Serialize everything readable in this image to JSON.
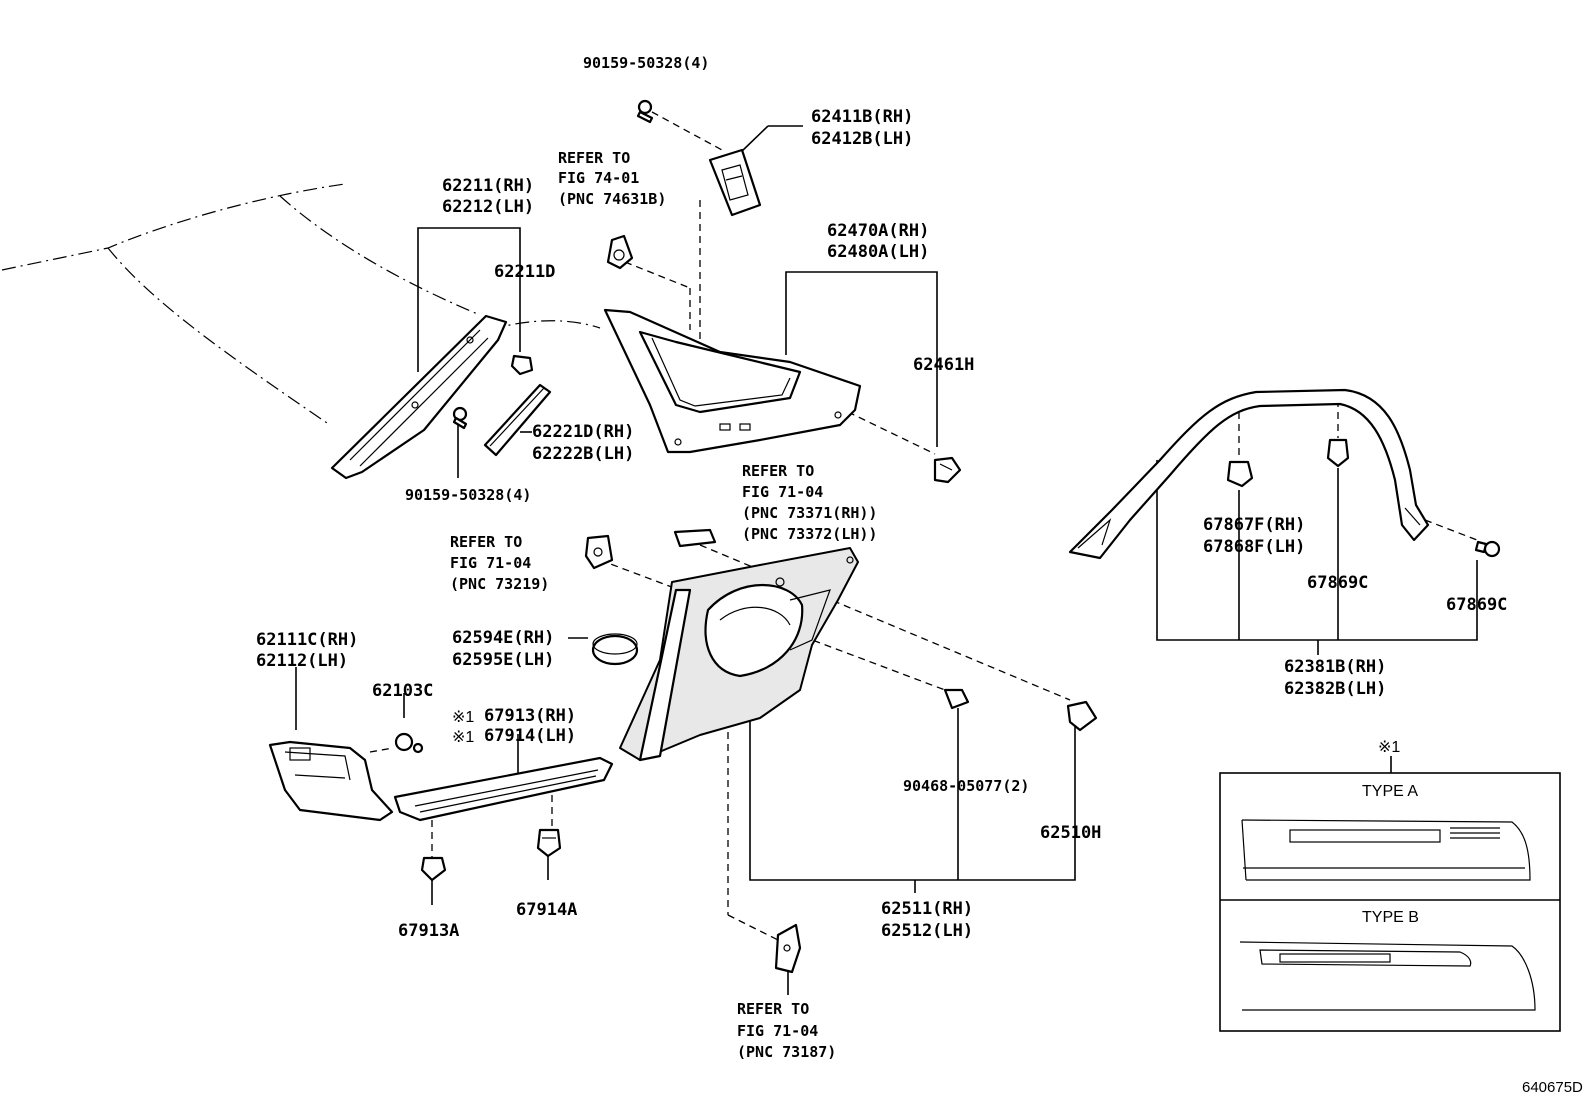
{
  "labels": {
    "screw_top": "90159-50328(4)",
    "p62411b": "62411B(RH)",
    "p62412b": "62412B(LH)",
    "refer_top_1": "REFER TO",
    "refer_top_2": "FIG 74-01",
    "refer_top_3": "(PNC 74631B)",
    "p62211": "62211(RH)",
    "p62212": "62212(LH)",
    "p62211d": "62211D",
    "p62470a": "62470A(RH)",
    "p62480a": "62480A(LH)",
    "p62461h": "62461H",
    "p62221d": "62221D(RH)",
    "p62222b": "62222B(LH)",
    "screw_bottom": "90159-50328(4)",
    "refer_mid_1": "REFER TO",
    "refer_mid_2": "FIG 71-04",
    "refer_mid_3": "(PNC 73371(RH))",
    "refer_mid_4": "(PNC 73372(LH))",
    "refer_left_1": "REFER TO",
    "refer_left_2": "FIG 71-04",
    "refer_left_3": "(PNC 73219)",
    "p62111c": "62111C(RH)",
    "p62112": "62112(LH)",
    "p62594e": "62594E(RH)",
    "p62595e": "62595E(LH)",
    "p62103c": "62103C",
    "p67913": "67913(RH)",
    "p67914": "67914(LH)",
    "note_mark_1": "※1",
    "note_mark_2": "※1",
    "p90468": "90468-05077(2)",
    "p62510h": "62510H",
    "p67913a": "67913A",
    "p67914a": "67914A",
    "p62511": "62511(RH)",
    "p62512": "62512(LH)",
    "refer_bot_1": "REFER TO",
    "refer_bot_2": "FIG 71-04",
    "refer_bot_3": "(PNC 73187)",
    "p67867f": "67867F(RH)",
    "p67868f": "67868F(LH)",
    "p67869c_a": "67869C",
    "p67869c_b": "67869C",
    "p62381b": "62381B(RH)",
    "p62382b": "62382B(LH)",
    "inset_mark": "※1",
    "type_a": "TYPE A",
    "type_b": "TYPE B",
    "drawing_code": "640675D"
  }
}
